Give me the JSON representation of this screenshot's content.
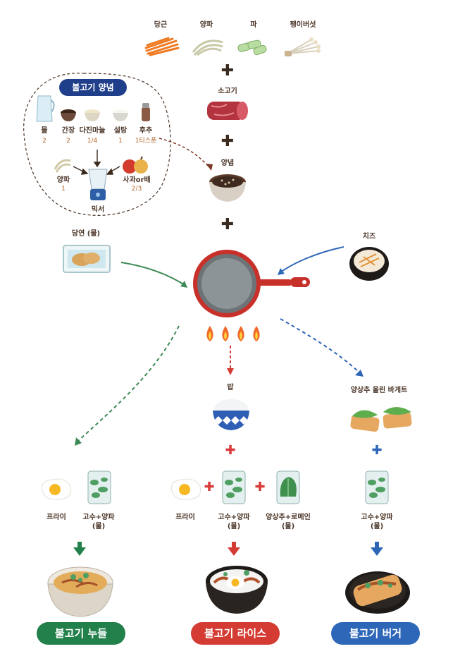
{
  "top_ingredients": [
    {
      "name": "당근"
    },
    {
      "name": "양파"
    },
    {
      "name": "파"
    },
    {
      "name": "팽이버섯"
    }
  ],
  "beef": {
    "name": "소고기"
  },
  "sauce": {
    "name": "양념"
  },
  "marinade": {
    "title": "불고기 양념",
    "items": [
      {
        "name": "물",
        "amount": "2"
      },
      {
        "name": "간장",
        "amount": "2"
      },
      {
        "name": "다진마늘",
        "amount": "1/4"
      },
      {
        "name": "설탕",
        "amount": "1"
      },
      {
        "name": "후추",
        "amount": "1티스푼"
      }
    ],
    "onion": {
      "name": "양파",
      "amount": "1"
    },
    "apple": {
      "name": "사과or배",
      "amount": "2/3"
    },
    "mixer": {
      "name": "믹서"
    }
  },
  "noodles": {
    "name": "당연 (물)"
  },
  "cheese": {
    "name": "치즈"
  },
  "rice": {
    "name": "밥"
  },
  "baguette": {
    "name": "양상추 올린 바게트"
  },
  "left_branch": {
    "egg": "프라이",
    "herbs_line1": "고수+양파",
    "herbs_line2": "(물)",
    "result": "불고기 누들"
  },
  "middle_branch": {
    "egg": "프라이",
    "herbs_line1": "고수+양파",
    "herbs_line2": "(물)",
    "lettuce_line1": "양상추+로메인",
    "lettuce_line2": "(물)",
    "result": "불고기 라이스"
  },
  "right_branch": {
    "herbs_line1": "고수+양파",
    "herbs_line2": "(물)",
    "result": "불고기 버거"
  },
  "colors": {
    "green": "#22804a",
    "red": "#d33b33",
    "blue": "#2e66b8",
    "navy": "#1f3f8a",
    "brown": "#3b2a1e"
  }
}
